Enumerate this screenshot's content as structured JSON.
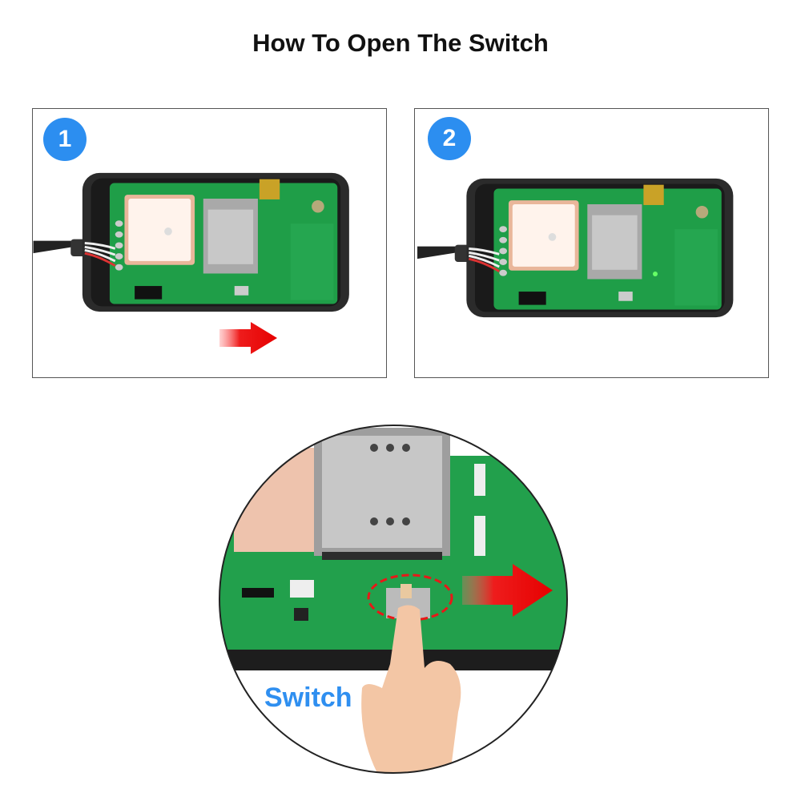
{
  "title": "How To Open The Switch",
  "steps": [
    {
      "number": "1",
      "switch_state": "off",
      "arrow": "right"
    },
    {
      "number": "2",
      "switch_state": "on",
      "led": "green"
    }
  ],
  "detail": {
    "label": "Switch",
    "arrow": "right"
  },
  "colors": {
    "badge": "#2c8ef0",
    "pcb": "#1f9e48",
    "arrow": "#ee1c1c",
    "label": "#2f8ff0"
  }
}
